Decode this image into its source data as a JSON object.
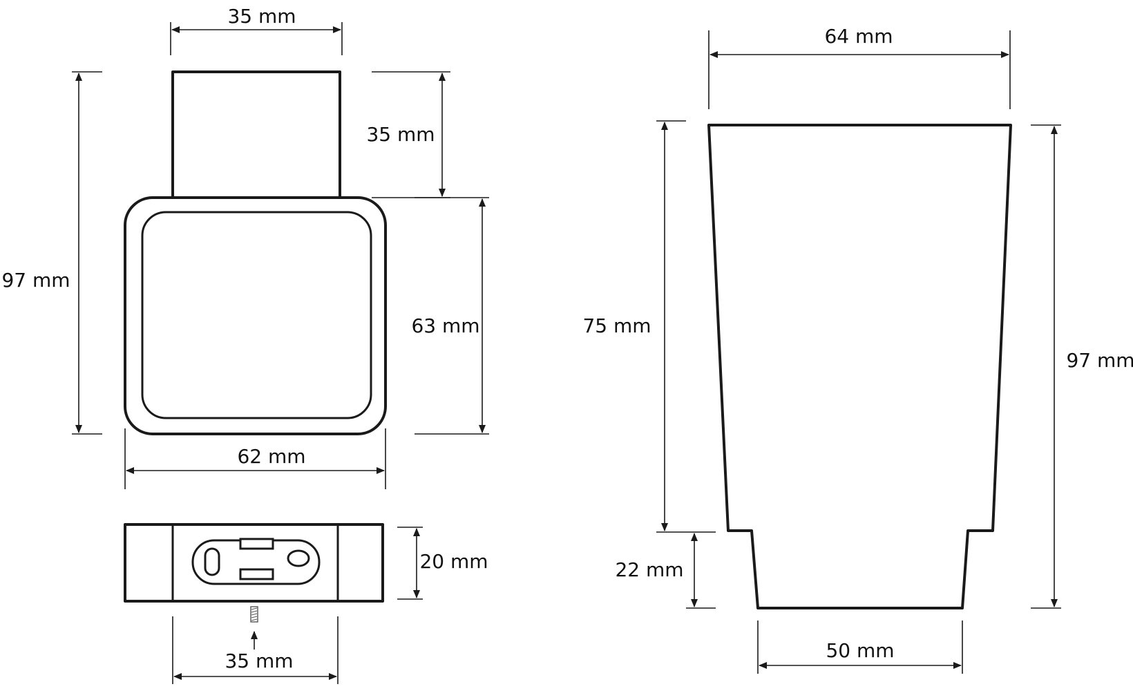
{
  "colors": {
    "line": "#1a1a1a",
    "background": "#ffffff"
  },
  "holder": {
    "top_width_label": "35 mm",
    "stem_height_label": "35 mm",
    "total_height_label": "97 mm",
    "plate_height_label": "63 mm",
    "plate_width_label": "62 mm"
  },
  "bracket": {
    "height_label": "20 mm",
    "spacing_label": "35 mm",
    "screw_icon": "screw-icon"
  },
  "cup": {
    "top_width_label": "64 mm",
    "body_height_label": "75 mm",
    "total_height_label": "97 mm",
    "foot_height_label": "22 mm",
    "bottom_width_label": "50 mm"
  }
}
